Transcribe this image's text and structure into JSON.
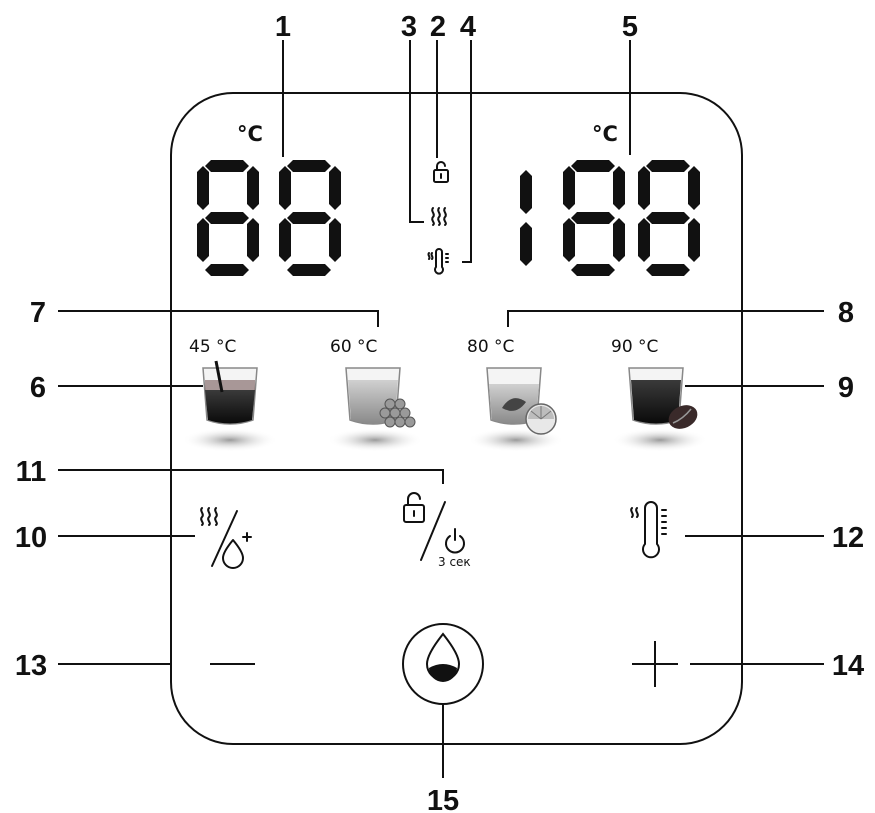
{
  "callouts": [
    "1",
    "2",
    "3",
    "4",
    "5",
    "6",
    "7",
    "8",
    "9",
    "10",
    "11",
    "12",
    "13",
    "14",
    "15"
  ],
  "left_display": {
    "unit": "°C",
    "digits": "88"
  },
  "right_display": {
    "unit": "°C",
    "digits": "188"
  },
  "temperatures": [
    {
      "label": "45 °C",
      "icon": "cup-with-straw-icon"
    },
    {
      "label": "60 °C",
      "icon": "cup-with-honey-icon"
    },
    {
      "label": "80 °C",
      "icon": "cup-with-tea-leaf-and-lemon-icon"
    },
    {
      "label": "90 °C",
      "icon": "cup-with-coffee-bean-icon"
    }
  ],
  "lock_power": {
    "sub_label": "3 сек"
  },
  "icons": [
    "lock-icon",
    "steam-icon",
    "thermometer-icon",
    "steam-drop-icon",
    "power-icon",
    "minus-icon",
    "plus-icon",
    "water-drop-icon"
  ]
}
